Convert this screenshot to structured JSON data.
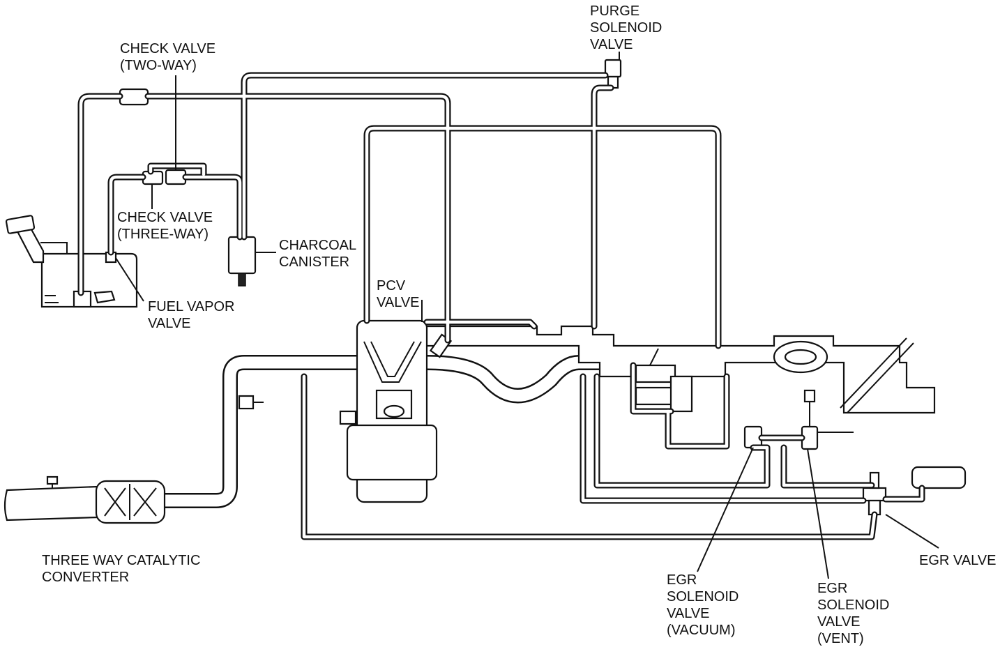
{
  "labels": {
    "purge_solenoid_valve": [
      "PURGE",
      "SOLENOID",
      "VALVE"
    ],
    "check_valve_two_way": [
      "CHECK VALVE",
      "(TWO-WAY)"
    ],
    "check_valve_three_way": [
      "CHECK VALVE",
      "(THREE-WAY)"
    ],
    "charcoal_canister": [
      "CHARCOAL",
      "CANISTER"
    ],
    "fuel_vapor_valve": [
      "FUEL VAPOR",
      "VALVE"
    ],
    "pcv_valve": [
      "PCV",
      "VALVE"
    ],
    "three_way_catalytic_converter": [
      "THREE WAY CATALYTIC",
      "CONVERTER"
    ],
    "egr_solenoid_valve_vacuum": [
      "EGR",
      "SOLENOID",
      "VALVE",
      "(VACUUM)"
    ],
    "egr_solenoid_valve_vent": [
      "EGR",
      "SOLENOID",
      "VALVE",
      "(VENT)"
    ],
    "egr_valve": [
      "EGR VALVE"
    ]
  },
  "colors": {
    "line": "#111111",
    "background": "#ffffff"
  }
}
